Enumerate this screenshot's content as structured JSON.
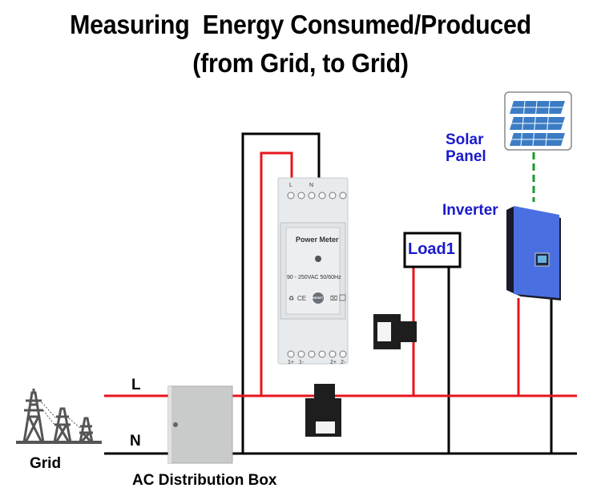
{
  "title": {
    "line1": "Measuring  Energy Consumed/Produced",
    "line2": "(from Grid, to Grid)"
  },
  "labels": {
    "grid": "Grid",
    "line_L": "L",
    "line_N": "N",
    "ac_box": "AC Distribution Box",
    "load": "Load1",
    "solar_panel_1": "Solar",
    "solar_panel_2": "Panel",
    "inverter": "Inverter"
  },
  "power_meter": {
    "top_terminals": [
      "L",
      "N"
    ],
    "name": "Power Meter",
    "rating": "90 - 250VAC 50/60Hz",
    "reset_button": "RESET",
    "bottom_terminals": [
      "1+",
      "1-",
      "2+",
      "2-"
    ]
  },
  "colors": {
    "live_wire": "#e8141c",
    "neutral_wire": "#000000",
    "dc_wire": "#1a9a2a",
    "label_blue": "#1a1acc",
    "inverter_blue": "#4a6fe0"
  }
}
